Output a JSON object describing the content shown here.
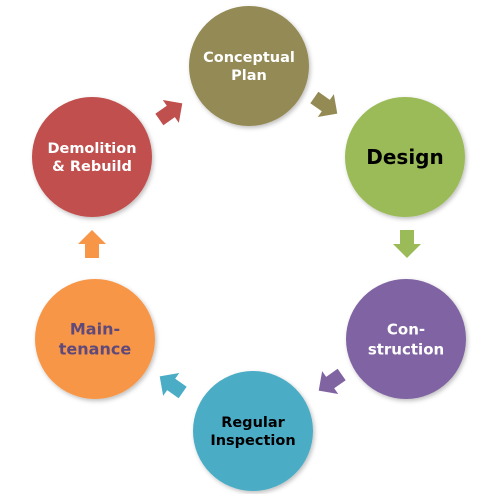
{
  "nodes": [
    {
      "id": "conceptual-plan",
      "lines": [
        "Conceptual",
        "Plan"
      ],
      "color": "#948A54",
      "text_color": "#FFFFFF"
    },
    {
      "id": "design",
      "lines": [
        "Design"
      ],
      "color": "#9BBB59",
      "text_color": "#000000"
    },
    {
      "id": "construction",
      "lines": [
        "Con-",
        "struction"
      ],
      "color": "#8064A2",
      "text_color": "#FFFFFF"
    },
    {
      "id": "regular-inspection",
      "lines": [
        "Regular",
        "Inspection"
      ],
      "color": "#4BACC6",
      "text_color": "#000000"
    },
    {
      "id": "maintenance",
      "lines": [
        "Main-",
        "tenance"
      ],
      "color": "#F79646",
      "text_color": "#5F497A"
    },
    {
      "id": "demolition-rebuild",
      "lines": [
        "Demolition",
        "& Rebuild"
      ],
      "color": "#C0504D",
      "text_color": "#FFFFFF"
    }
  ],
  "arrows": [
    {
      "from": "conceptual-plan",
      "to": "design",
      "color": "#948A54"
    },
    {
      "from": "design",
      "to": "construction",
      "color": "#9BBB59"
    },
    {
      "from": "construction",
      "to": "regular-inspection",
      "color": "#8064A2"
    },
    {
      "from": "regular-inspection",
      "to": "maintenance",
      "color": "#4BACC6"
    },
    {
      "from": "maintenance",
      "to": "demolition-rebuild",
      "color": "#F79646"
    },
    {
      "from": "demolition-rebuild",
      "to": "conceptual-plan",
      "color": "#C0504D"
    }
  ]
}
